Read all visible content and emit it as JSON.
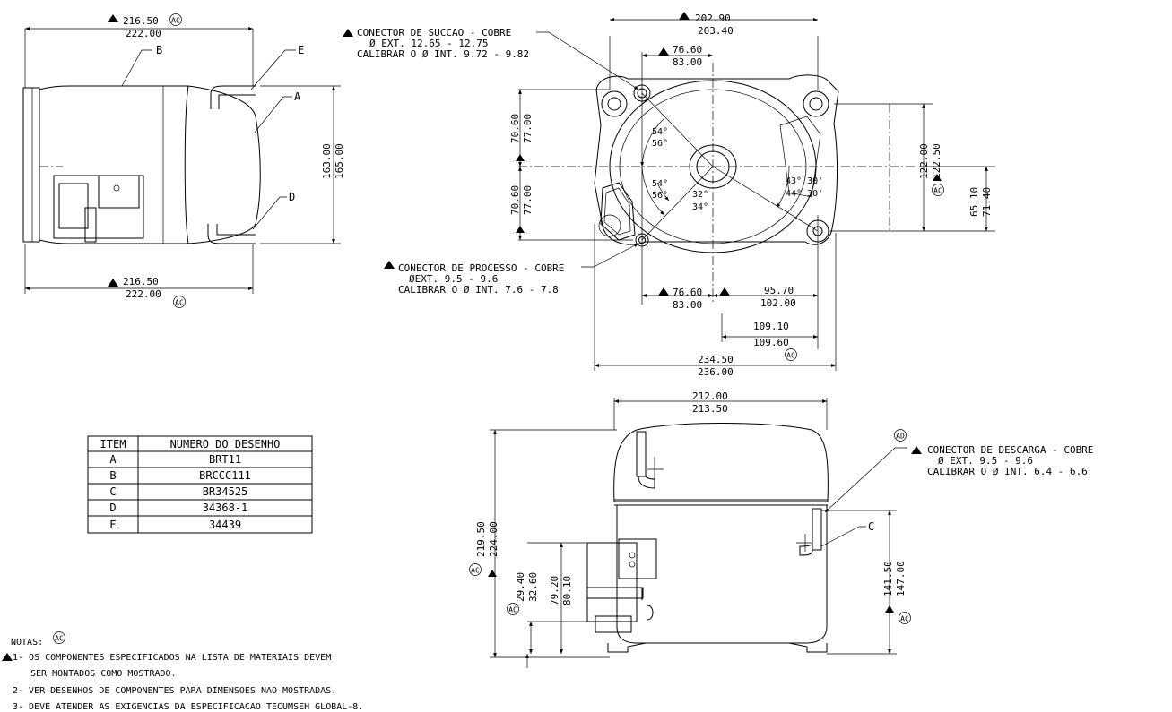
{
  "left_view": {
    "top_dim_a": "216.50",
    "top_dim_b": "222.00",
    "bottom_dim_a": "216.50",
    "bottom_dim_b": "222.00",
    "height_dim_a": "163.00",
    "height_dim_b": "165.00",
    "label_b": "B",
    "label_e": "E",
    "label_a": "A",
    "label_d": "D",
    "revision": "AC"
  },
  "top_view": {
    "width_dim_a": "202.90",
    "width_dim_b": "203.40",
    "suction_pos_a": "76.60",
    "suction_pos_b": "83.00",
    "upper_half_a": "70.60",
    "upper_half_b": "77.00",
    "lower_half_a": "70.60",
    "lower_half_b": "77.00",
    "right_mount_a": "122.00",
    "right_mount_b": "122.50",
    "right_offset_a": "65.10",
    "right_offset_b": "71.40",
    "angle_54_top": "54°",
    "angle_56_top": "56°",
    "angle_54_bot": "54°",
    "angle_56_bot": "56°",
    "angle_32": "32°",
    "angle_34": "34°",
    "angle_43": "43° 30'",
    "angle_44": "44° 30'",
    "process_pos_a": "76.60",
    "process_pos_b": "83.00",
    "mount_span_a": "95.70",
    "mount_span_b": "102.00",
    "mount_right_a": "109.10",
    "mount_right_b": "109.60",
    "overall_a": "234.50",
    "overall_b": "236.00",
    "suction_title": "CONECTOR DE SUCCAO - COBRE",
    "suction_line2": "Ø EXT. 12.65 - 12.75",
    "suction_line3": "CALIBRAR O Ø INT. 9.72 - 9.82",
    "process_title": "CONECTOR DE PROCESSO - COBRE",
    "process_line2": "ØEXT. 9.5 - 9.6",
    "process_line3": "CALIBRAR O Ø INT. 7.6 - 7.8",
    "revision": "AC"
  },
  "front_view": {
    "width_a": "212.00",
    "width_b": "213.50",
    "height_a": "219.50",
    "height_b": "224.00",
    "term_low_a": "29.40",
    "term_low_b": "32.60",
    "term_high_a": "79.20",
    "term_high_b": "80.10",
    "discharge_h_a": "141.50",
    "discharge_h_b": "147.00",
    "label_c": "C",
    "discharge_title": "CONECTOR DE DESCARGA - COBRE",
    "discharge_line2": "Ø EXT. 9.5 - 9.6",
    "discharge_line3": "CALIBRAR O Ø INT. 6.4 - 6.6",
    "revision_ad": "AD",
    "revision": "AC"
  },
  "parts_table": {
    "headers": [
      "ITEM",
      "NUMERO DO DESENHO"
    ],
    "rows": [
      [
        "A",
        "BRT11"
      ],
      [
        "B",
        "BRCCC111"
      ],
      [
        "C",
        "BR34525"
      ],
      [
        "D",
        "34368-1"
      ],
      [
        "E",
        "34439"
      ]
    ]
  },
  "notes": {
    "title": "NOTAS:",
    "revision": "AC",
    "n1_a": "1- OS COMPONENTES ESPECIFICADOS NA LISTA DE MATERIAIS DEVEM",
    "n1_b": "SER MONTADOS COMO MOSTRADO.",
    "n2": "2- VER DESENHOS DE COMPONENTES PARA DIMENSOES NAO MOSTRADAS.",
    "n3": "3- DEVE ATENDER AS EXIGENCIAS DA ESPECIFICACAO TECUMSEH GLOBAL-8."
  }
}
